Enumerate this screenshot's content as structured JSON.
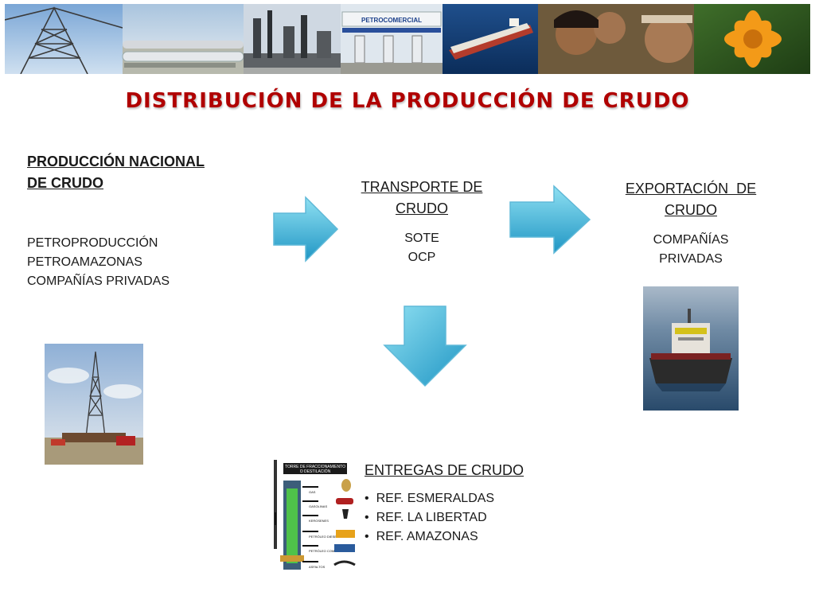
{
  "title": "DISTRIBUCIÓN DE LA PRODUCCIÓN DE CRUDO",
  "banner": {
    "photos": [
      "oil-rig-photo",
      "pipeline-photo",
      "refinery-photo",
      "gas-station-photo",
      "tanker-photo",
      "children-photo",
      "flower-photo"
    ],
    "station_sign": "PETROCOMERCIAL"
  },
  "produccion": {
    "heading_line1": "PRODUCCIÓN NACIONAL",
    "heading_line2": "DE CRUDO",
    "items": [
      "PETROPRODUCCIÓN",
      "PETROAMAZONAS",
      "COMPAÑÍAS PRIVADAS"
    ]
  },
  "transporte": {
    "heading_line1": "TRANSPORTE DE",
    "heading_line2": "CRUDO",
    "items": [
      "SOTE",
      "OCP"
    ]
  },
  "exportacion": {
    "heading_line1": "EXPORTACIÓN  DE",
    "heading_line2": "CRUDO",
    "items": [
      "COMPAÑÍAS",
      "PRIVADAS"
    ]
  },
  "entregas": {
    "heading": "ENTREGAS DE CRUDO",
    "items": [
      "REF. ESMERALDAS",
      "REF. LA LIBERTAD",
      "REF. AMAZONAS"
    ]
  },
  "tower_diagram": {
    "title_line1": "TORRE DE FRACCIONAMIENTO",
    "title_line2": "O DESTILACIÓN",
    "products": [
      "GAS",
      "GASOLINAS",
      "KEROSENES",
      "PETRÓLEO DIESEL",
      "PETRÓLEO COMBUSTIBLES",
      "ASFALTOS"
    ]
  },
  "colors": {
    "title": "#b00000",
    "arrow_light": "#7fd6ec",
    "arrow_dark": "#1b8fbd"
  }
}
